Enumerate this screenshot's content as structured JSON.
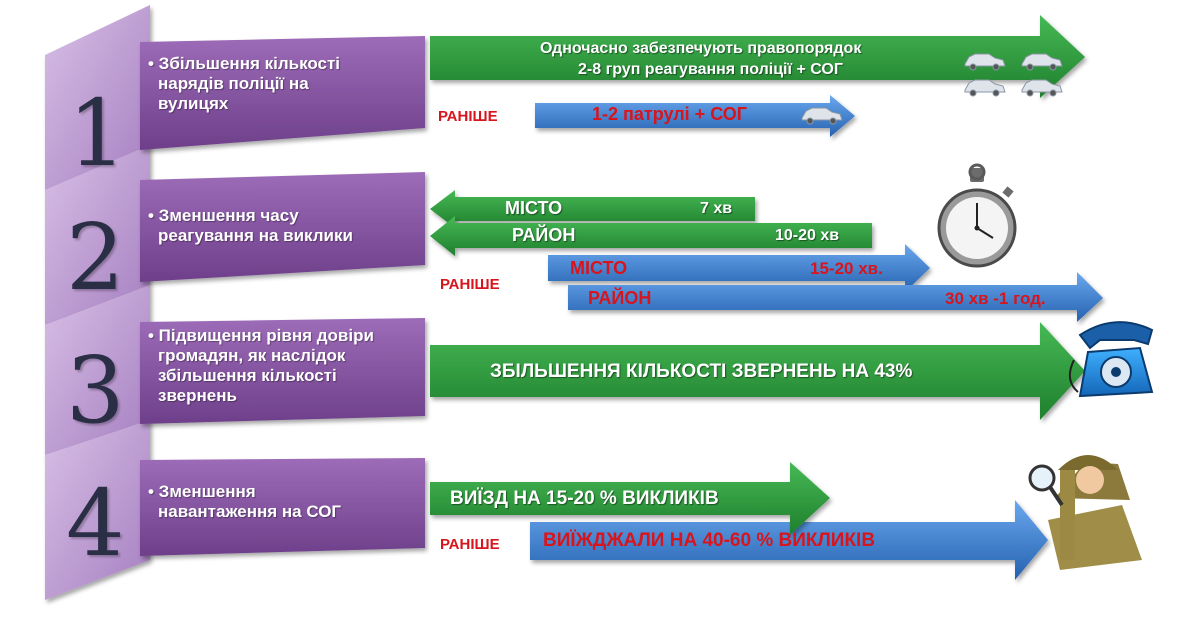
{
  "colors": {
    "purple": "#8a5aa3",
    "purple_dark": "#6d3f88",
    "chevron": "#c9a7dd",
    "green": "#2e9e3e",
    "blue": "#3b7fd0",
    "red_text": "#d8141c"
  },
  "steps": [
    {
      "number": "1",
      "text": [
        "• Збільшення кількості",
        "нарядів поліції на",
        "вулицях"
      ],
      "now_lines": [
        "Одночасно забезпечують правопорядок",
        "2-8 груп реагування поліції + СОГ"
      ],
      "before_tag": "РАНІШЕ",
      "before_text": "1-2 патрулі + СОГ"
    },
    {
      "number": "2",
      "text": [
        "• Зменшення часу",
        "реагування на виклики"
      ],
      "now_rows": [
        {
          "label": "МІСТО",
          "value": "7 хв"
        },
        {
          "label": "РАЙОН",
          "value": "10-20 хв"
        }
      ],
      "before_tag": "РАНІШЕ",
      "before_rows": [
        {
          "label": "МІСТО",
          "value": "15-20 хв."
        },
        {
          "label": "РАЙОН",
          "value": "30 хв -1 год."
        }
      ]
    },
    {
      "number": "3",
      "text": [
        "• Підвищення рівня довіри",
        "громадян, як наслідок",
        "збільшення кількості",
        "звернень"
      ],
      "now_text": "ЗБІЛЬШЕННЯ КІЛЬКОСТІ ЗВЕРНЕНЬ НА 43%"
    },
    {
      "number": "4",
      "text": [
        "• Зменшення",
        "навантаження на СОГ"
      ],
      "now_text": "ВИЇЗД НА 15-20 % ВИКЛИКІВ",
      "before_tag": "РАНІШЕ",
      "before_text": "ВИЇЖДЖАЛИ НА 40-60 % ВИКЛИКІВ"
    }
  ],
  "icons": [
    "police-car-icon",
    "stopwatch-icon",
    "telephone-icon",
    "detective-icon"
  ]
}
